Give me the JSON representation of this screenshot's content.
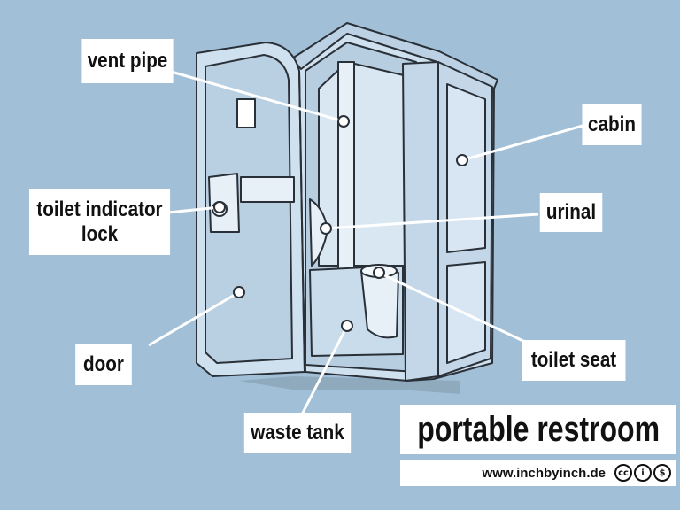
{
  "title": "portable restroom",
  "credit": "www.inchbyinch.de",
  "license_icons": [
    "cc-icon",
    "attribution-icon",
    "noncommercial-icon"
  ],
  "license_glyphs": [
    "cc",
    "i",
    "$"
  ],
  "colors": {
    "background": "#a1c0d8",
    "body": "#cfe0ee",
    "body_shade": "#b7cde0",
    "line": "#2a3038",
    "label_bg": "#ffffff"
  },
  "labels": {
    "vent_pipe": "vent pipe",
    "cabin": "cabin",
    "toilet_indicator_lock_1": "toilet indicator",
    "toilet_indicator_lock_2": "lock",
    "urinal": "urinal",
    "door": "door",
    "toilet_seat": "toilet seat",
    "waste_tank": "waste tank"
  }
}
